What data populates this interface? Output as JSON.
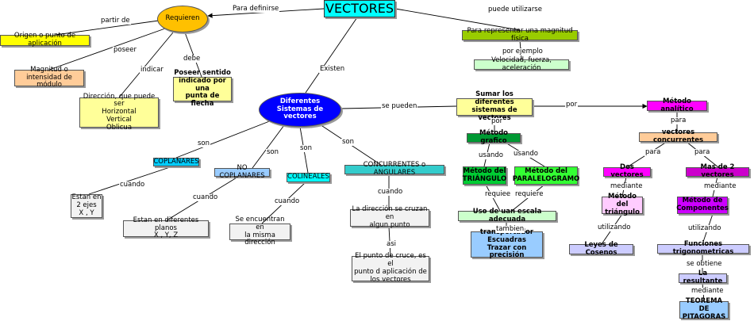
{
  "diagram": {
    "nodes": {
      "vectores": {
        "text": "VECTORES",
        "bg": "#00ffff"
      },
      "requieren": {
        "text": "Requieren",
        "bg": "#ffc000"
      },
      "origen": {
        "text": "Origen o punto de aplicación",
        "bg": "#ffff00"
      },
      "magnitud": {
        "text": "Magnitud o\nintensidad de módulo",
        "bg": "#ffcc99"
      },
      "direccion": {
        "text": "Dirección, que puede ser\nHorizontal\nVertical\nOblicua",
        "bg": "#ffff99"
      },
      "poseer": {
        "text": "Poseer sentido\nindicado por una\npunta de flecha",
        "bg": "#ffff99"
      },
      "representar": {
        "text": "Para representar una magnitud física",
        "bg": "#99cc00"
      },
      "velocidad": {
        "text": "Velocidad, fuerza, aceleración",
        "bg": "#ccffcc"
      },
      "diferentes": {
        "text": "Diferentes\nSistemas de vectores",
        "bg": "#0000ff"
      },
      "coplanares": {
        "text": "COPLANARES",
        "bg": "#00ccff"
      },
      "nocoplanares": {
        "text": "NO COPLANARES",
        "bg": "#99ccff"
      },
      "colineales": {
        "text": "COLINEALES",
        "bg": "#00ffff"
      },
      "concurrentesang": {
        "text": "CONCURRENTES o ANGULARES",
        "bg": "#33cccc"
      },
      "dosejes": {
        "text": "Estan en\n2 ejes\nX , Y",
        "bg": "#f2f2f2"
      },
      "planos": {
        "text": "Estan en diferentes planos\nX , Y, Z",
        "bg": "#f2f2f2"
      },
      "misma": {
        "text": "Se encuentran en\nla misma dirección",
        "bg": "#f2f2f2"
      },
      "cruzan": {
        "text": "La dirección se cruzan en\nalgun punto",
        "bg": "#f2f2f2"
      },
      "cruce": {
        "text": "El punto de cruce, es el\npunto d aplicación de\nlos vectores",
        "bg": "#f2f2f2"
      },
      "sumar": {
        "text": "Sumar los diferentes\nsistemas de vectores",
        "bg": "#ffff99"
      },
      "grafico": {
        "text": "Método grafico",
        "bg": "#009933"
      },
      "triangulo": {
        "text": "Método del\nTRIÁNGULO",
        "bg": "#00cc33"
      },
      "paralelogramo": {
        "text": "Método del\nPARALELOGRAMO",
        "bg": "#33ff33"
      },
      "escala": {
        "text": "Uso de uan escala adecuada",
        "bg": "#ccffcc"
      },
      "transportador": {
        "text": "transportador\nEscuadras\nTrazar con precisión",
        "bg": "#99ccff"
      },
      "analitico": {
        "text": "Método analítico",
        "bg": "#ff00ff"
      },
      "vconcurrentes": {
        "text": "vectores concurrentes",
        "bg": "#ffcc99"
      },
      "dosvectores": {
        "text": "Dos vectores",
        "bg": "#ff00ff"
      },
      "mas2": {
        "text": "Mas de 2 vectores",
        "bg": "#cc00cc"
      },
      "mtriangulo": {
        "text": "Método del\ntriángulo",
        "bg": "#ffccff"
      },
      "componentes": {
        "text": "Método de\nComponentes",
        "bg": "#cc00ff"
      },
      "cosenos": {
        "text": "Leyes de Cosenos",
        "bg": "#ccccff"
      },
      "funciones": {
        "text": "Funciones trigonometricas",
        "bg": "#ccccff"
      },
      "resultante": {
        "text": "La resultante",
        "bg": "#ccccff"
      },
      "pitagoras": {
        "text": "TEOREMA DE\nPITAGORAS",
        "bg": "#99ccff"
      }
    },
    "links": {
      "para_definirse": "Para definirse",
      "puede_utilizarse": "puede utilizarse",
      "partir_de": "partir de",
      "poseer": "poseer",
      "indicar": "indicar",
      "debe": "debe",
      "por_ejemplo": "por ejemplo",
      "existen": "Existen",
      "se_pueden": "se pueden",
      "por1": "por",
      "por2": "por",
      "para1": "para",
      "son1": "son",
      "son2": "son",
      "son3": "son",
      "son4": "son",
      "cuando1": "cuando",
      "cuando2": "cuando",
      "cuando3": "cuando",
      "cuando4": "cuando",
      "asi": "asi",
      "usando1": "usando",
      "usando2": "usando",
      "requiee": "requiee",
      "requiere": "requiere",
      "tambien": "tambien",
      "para2": "para",
      "para3": "para",
      "mediante1": "mediante",
      "mediante2": "mediante",
      "utilizando1": "utilizando",
      "utilizando2": "utilizando",
      "se_obtiene": "se obtiene",
      "mediante3": "mediante"
    }
  }
}
